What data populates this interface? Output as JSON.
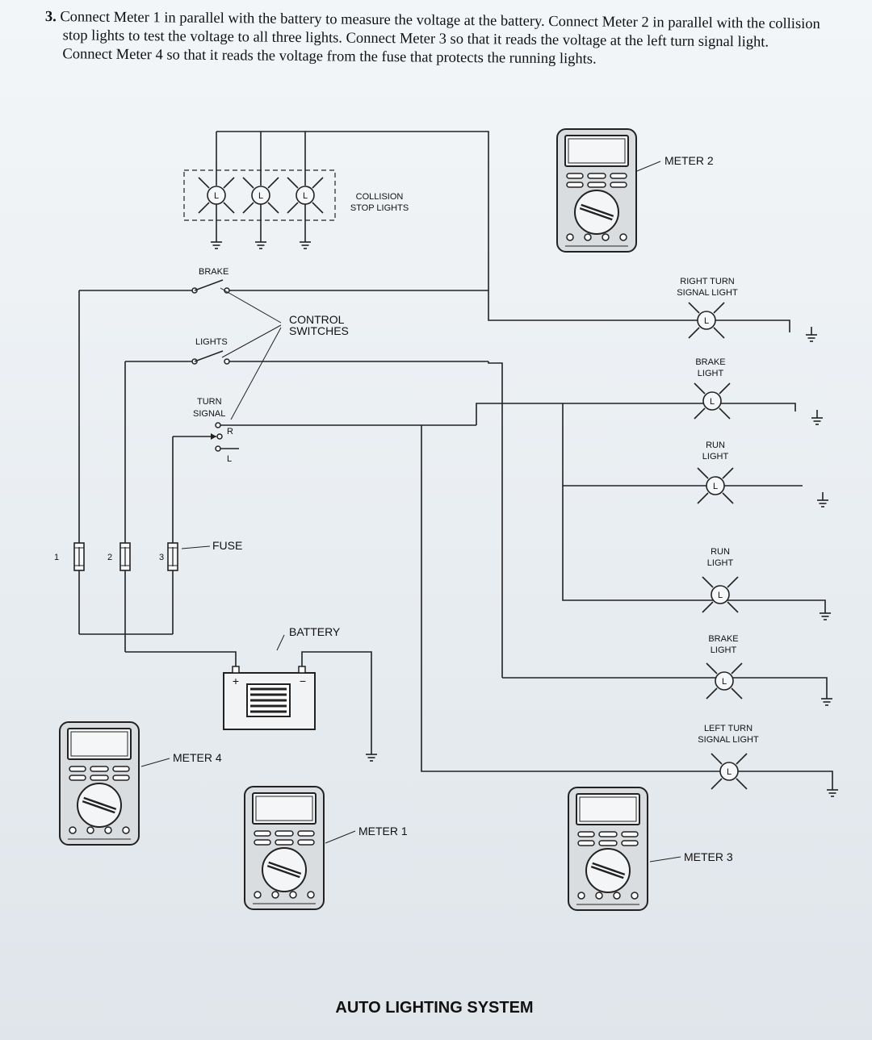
{
  "question": {
    "number": "3.",
    "text": "Connect Meter 1 in parallel with the battery to measure the voltage at the battery. Connect Meter 2 in parallel with the collision stop lights to test the voltage to all three lights. Connect Meter 3 so that it reads the voltage at the left turn signal light. Connect Meter 4 so that it reads the voltage from the fuse that protects the running lights."
  },
  "diagram": {
    "title": "AUTO LIGHTING SYSTEM",
    "collision_label_1": "COLLISION",
    "collision_label_2": "STOP LIGHTS",
    "lamp_letter": "L",
    "brake_switch": "BRAKE",
    "lights_switch": "LIGHTS",
    "turn_signal_1": "TURN",
    "turn_signal_2": "SIGNAL",
    "switch_r": "R",
    "switch_l": "L",
    "control_switches_1": "CONTROL",
    "control_switches_2": "SWITCHES",
    "fuse_label": "FUSE",
    "fuse_numbers": [
      "1",
      "2",
      "3"
    ],
    "battery_label": "BATTERY",
    "battery_plus": "+",
    "battery_minus": "−",
    "meters": [
      "METER 1",
      "METER 2",
      "METER 3",
      "METER 4"
    ],
    "right_lights": [
      [
        "RIGHT TURN",
        "SIGNAL LIGHT"
      ],
      [
        "BRAKE",
        "LIGHT"
      ],
      [
        "RUN",
        "LIGHT"
      ],
      [
        "RUN",
        "LIGHT"
      ],
      [
        "BRAKE",
        "LIGHT"
      ],
      [
        "LEFT TURN",
        "SIGNAL LIGHT"
      ]
    ]
  },
  "colors": {
    "ink": "#111111",
    "paper": "#eef2f5",
    "meter_body": "#d9dde0"
  }
}
